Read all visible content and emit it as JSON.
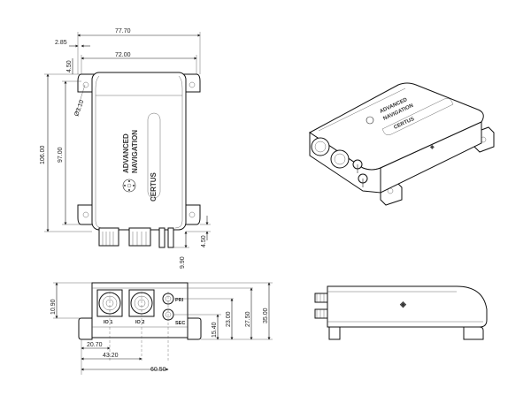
{
  "top_view": {
    "dims": {
      "overall_width": "77.70",
      "body_width": "72.00",
      "offset_left": "2.85",
      "offset_top": "4.50",
      "overall_height": "106.00",
      "body_height": "97.00",
      "hole_dia": "Ø3.10",
      "bottom_offset": "4.50",
      "connector_depth": "9.90"
    },
    "brand_line1": "ADVANCED",
    "brand_line2": "NAVIGATION",
    "product": "CERTUS"
  },
  "iso_view": {
    "brand_line1": "ADVANCED",
    "brand_line2": "NAVIGATION",
    "product": "CERTUS"
  },
  "front_view": {
    "dims": {
      "height_left": "10.90",
      "d1": "20.70",
      "d2": "43.20",
      "d3": "60.50",
      "h1": "15.40",
      "h2": "23.00",
      "h3": "27.50",
      "h4": "35.00"
    },
    "labels": {
      "io1": "IO 1",
      "io2": "IO 2",
      "pri": "PRI",
      "sec": "SEC"
    }
  }
}
